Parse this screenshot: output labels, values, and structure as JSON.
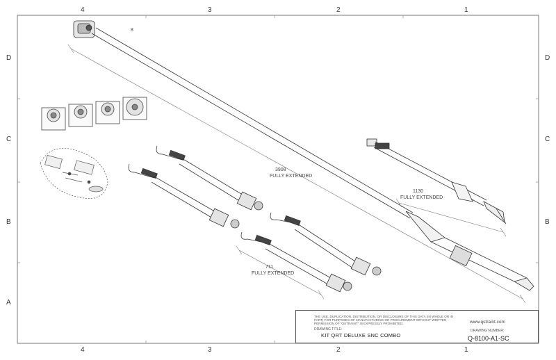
{
  "zones": {
    "top": [
      "4",
      "3",
      "2",
      "1"
    ],
    "bottom": [
      "4",
      "3",
      "2",
      "1"
    ],
    "left": [
      "D",
      "C",
      "B",
      "A"
    ],
    "right": [
      "D",
      "C",
      "B"
    ]
  },
  "item_balloon": "8",
  "dimensions": {
    "long_strap": {
      "value": "3908",
      "note": "FULLY EXTENDED"
    },
    "medium_strap": {
      "value": "1130",
      "note": "FULLY EXTENDED"
    },
    "short_strap": {
      "value": "711",
      "note": "FULLY EXTENDED"
    }
  },
  "title_block": {
    "notice": "THE USE, DUPLICATION, DISTRIBUTION, OR DISCLOSURE OF THIS DATA (IN WHOLE OR IN PART) FOR PURPOSES OF MANUFACTURING OR PROCUREMENT WITHOUT WRITTEN PERMISSION OF \"QSTRAINT\" IS EXPRESSLY PROHIBITED.",
    "drawing_title_label": "DRAWING TITLE:",
    "drawing_title": "KIT QRT DELUXE SNC COMBO",
    "website": "www.qstraint.com",
    "drawing_number_label": "DRAWING NUMBER:",
    "drawing_number": "Q-8100-A1-SC"
  }
}
